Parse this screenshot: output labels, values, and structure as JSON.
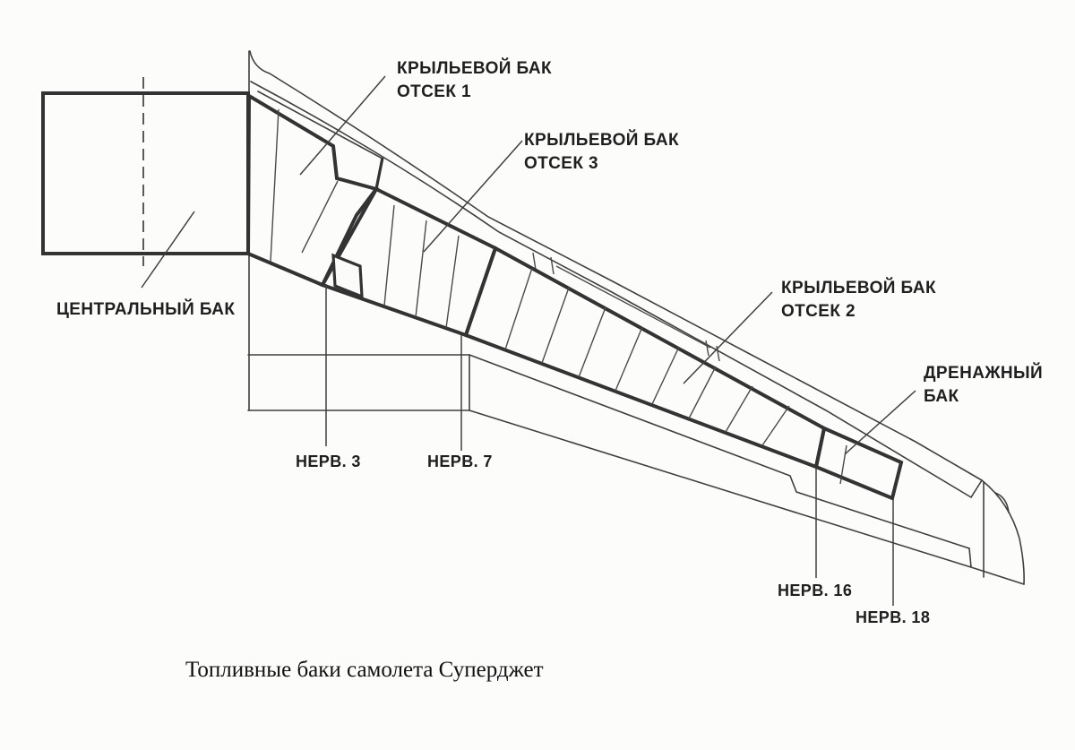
{
  "figure": {
    "caption": "Топливные баки самолета Суперджет",
    "labels": {
      "central_tank": "ЦЕНТРАЛЬНЫЙ БАК",
      "wing_tank": "КРЫЛЬЕВОЙ БАК",
      "compartment_1": "ОТСЕК 1",
      "compartment_2": "ОТСЕК 2",
      "compartment_3": "ОТСЕК 3",
      "drain_tank_line1": "ДРЕНАЖНЫЙ",
      "drain_tank_line2": "БАК",
      "rib_3": "НЕРВ. 3",
      "rib_7": "НЕРВ. 7",
      "rib_16": "НЕРВ. 16",
      "rib_18": "НЕРВ. 18"
    },
    "colors": {
      "background": "#fcfcfb",
      "line": "#3a3a3a",
      "central_tank_fill": "#e1e3e2",
      "compartment_1_fill": "#cdd0cf",
      "compartment_3_fill": "#e4e6e5",
      "compartment_2_fill": "#d2d5d4",
      "drain_tank_fill": "#fbfbfa"
    }
  }
}
